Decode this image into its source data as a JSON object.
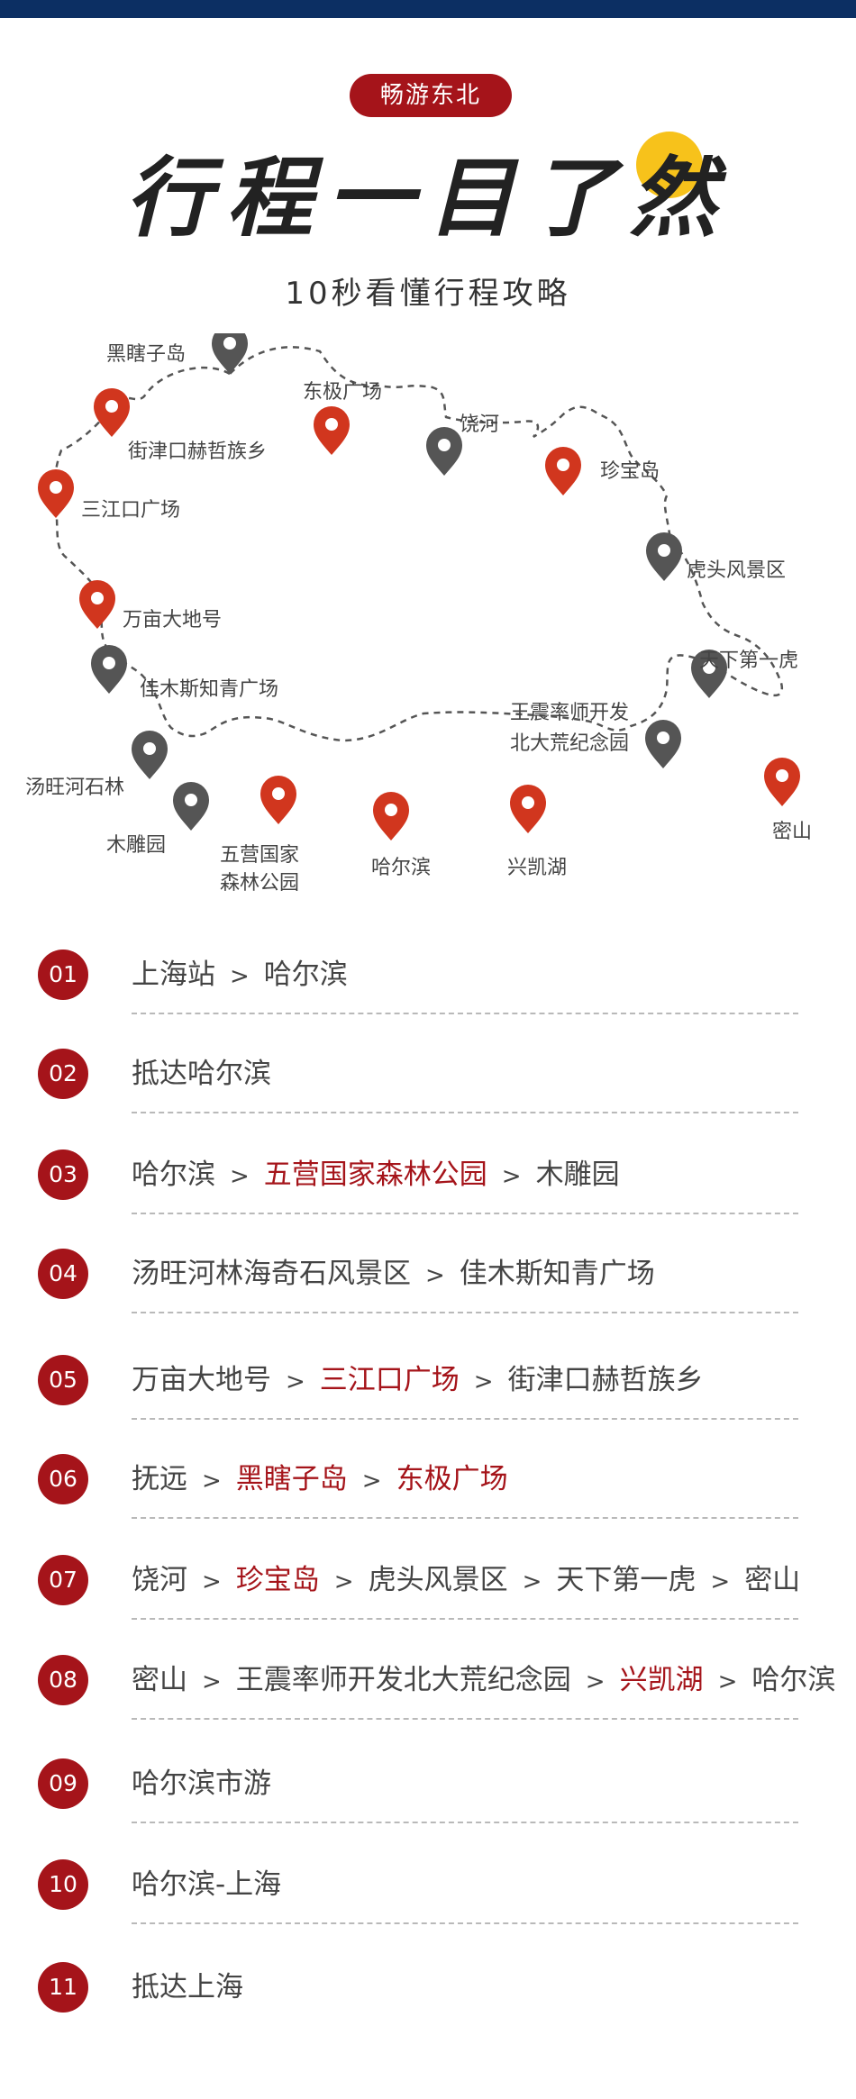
{
  "badge": "畅游东北",
  "title": "行程一目了然",
  "subtitle": "10秒看懂行程攻略",
  "colors": {
    "accent": "#a5141a",
    "pin_red": "#d1361e",
    "pin_gray": "#555555",
    "header_bar": "#0c2f63",
    "sun": "#f7c21b"
  },
  "map": {
    "labels": {
      "heixiazidao": "黑瞎子岛",
      "dongji": "东极广场",
      "jiejinkou": "街津口赫哲族乡",
      "raohe": "饶河",
      "sanjiangkou": "三江口广场",
      "zhenbaodao": "珍宝岛",
      "hutou": "虎头风景区",
      "wanmu": "万亩大地号",
      "tianxia": "天下第一虎",
      "jiamusi": "佳木斯知青广场",
      "wangzhen1": "王震率师开发",
      "wangzhen2": "北大荒纪念园",
      "tangwang": "汤旺河石林",
      "mishan": "密山",
      "mudiao": "木雕园",
      "wuying1": "五营国家",
      "wuying2": "森林公园",
      "haerbin": "哈尔滨",
      "xingkai": "兴凯湖"
    }
  },
  "itinerary": [
    {
      "num": "01",
      "parts": [
        {
          "t": "上海站"
        },
        {
          "t": "哈尔滨"
        }
      ]
    },
    {
      "num": "02",
      "parts": [
        {
          "t": "抵达哈尔滨"
        }
      ]
    },
    {
      "num": "03",
      "parts": [
        {
          "t": "哈尔滨"
        },
        {
          "t": "五营国家森林公园",
          "hl": true
        },
        {
          "t": "木雕园"
        }
      ]
    },
    {
      "num": "04",
      "parts": [
        {
          "t": "汤旺河林海奇石风景区"
        },
        {
          "t": "佳木斯知青广场"
        }
      ]
    },
    {
      "num": "05",
      "parts": [
        {
          "t": "万亩大地号"
        },
        {
          "t": "三江口广场",
          "hl": true
        },
        {
          "t": "街津口赫哲族乡"
        }
      ]
    },
    {
      "num": "06",
      "parts": [
        {
          "t": "抚远"
        },
        {
          "t": "黑瞎子岛",
          "hl": true
        },
        {
          "t": "东极广场",
          "hl": true
        }
      ]
    },
    {
      "num": "07",
      "parts": [
        {
          "t": "饶河"
        },
        {
          "t": "珍宝岛",
          "hl": true
        },
        {
          "t": "虎头风景区"
        },
        {
          "t": "天下第一虎"
        },
        {
          "t": "密山"
        }
      ]
    },
    {
      "num": "08",
      "parts": [
        {
          "t": "密山"
        },
        {
          "t": "王震率师开发北大荒纪念园"
        },
        {
          "t": "兴凯湖",
          "hl": true
        },
        {
          "t": "哈尔滨"
        }
      ]
    },
    {
      "num": "09",
      "parts": [
        {
          "t": "哈尔滨市游"
        }
      ]
    },
    {
      "num": "10",
      "parts": [
        {
          "t": "哈尔滨-上海"
        }
      ]
    },
    {
      "num": "11",
      "parts": [
        {
          "t": "抵达上海"
        }
      ]
    }
  ],
  "separator": ">"
}
